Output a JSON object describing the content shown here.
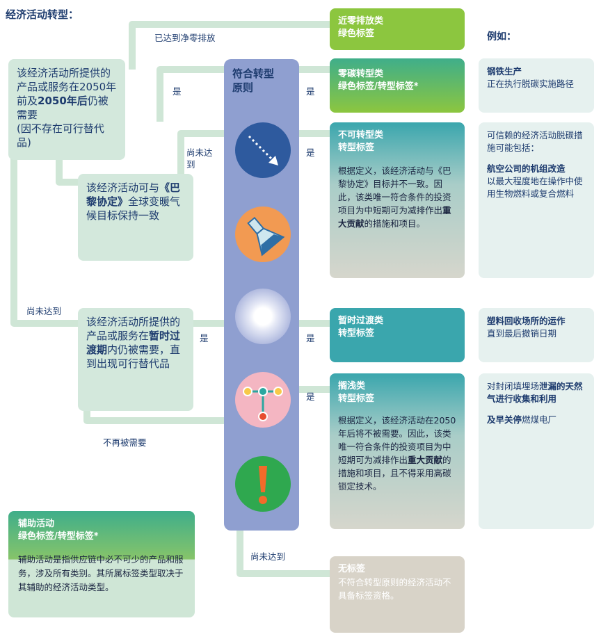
{
  "title": "经济活动转型：",
  "example_header": "例如：",
  "principles_title": [
    "符合转型",
    "原则"
  ],
  "left_boxes": {
    "box1": {
      "p1": "该经济活动所提供的产品或服务在2050年前及",
      "bold": "2050年后",
      "p2": "仍被需要",
      "p3": "(因不存在可行替代品)"
    },
    "box2": {
      "p1": "该经济活动可与",
      "bold": "《巴黎协定》",
      "p2": "全球变暖气候目标保持一致"
    },
    "box3": {
      "p1": "该经济活动所提供的产品或服务在",
      "bold": "暂时过渡期",
      "p2": "内仍被需要，直到出现可行替代品"
    },
    "aux": {
      "title": "辅助活动",
      "subtitle": "绿色标签/转型标签*",
      "text": "辅助活动是指供应链中必不可少的产品和服务，涉及所有类别。其所属标签类型取决于其辅助的经济活动类型。"
    }
  },
  "connector_labels": {
    "achieved_net_zero": "已达到净零排放",
    "yes1": "是",
    "yes2": "是",
    "yes3": "是",
    "yes4": "是",
    "yes5": "是",
    "yes6": "是",
    "not_yet1": "尚未达",
    "not_yet1b": "到",
    "not_yet2": "尚未达到",
    "not_yet3": "尚未达到",
    "no_longer": "不再被需要"
  },
  "categories": {
    "near_zero": {
      "title": "近零排放类",
      "label": "绿色标签"
    },
    "zero_carbon": {
      "title": "零碳转型类",
      "label": "绿色标签/转型标签*"
    },
    "non_transition": {
      "title": "不可转型类",
      "label": "转型标签",
      "p1": "根据定义，该经济活动与《巴黎协定》目标并不一致。因此，该类唯一符合条件的投资项目为中短期可为减排作出",
      "bold": "重大贡献",
      "p2": "的措施和项目。"
    },
    "interim": {
      "title": "暂时过渡类",
      "label": "转型标签"
    },
    "stranded": {
      "title": "搁浅类",
      "label": "转型标签",
      "p1": "根据定义，该经济活动在2050年后将不被需要。因此，该类唯一符合条件的投资项目为中短期可为减排作出",
      "bold": "重大贡献",
      "p2": "的措施和项目，且不得采用高碳锁定技术。"
    },
    "no_label": {
      "title": "无标签",
      "text": "不符合转型原则的经济活动不具备标签资格。"
    }
  },
  "examples": {
    "ex1": {
      "title": "钢铁生产",
      "text": "正在执行脱碳实施路径"
    },
    "ex2": {
      "intro": "可信赖的经济活动脱碳措施可能包括：",
      "title": "航空公司的机组改造",
      "text": "以最大程度地在操作中使用生物燃料或复合燃料"
    },
    "ex3": {
      "title": "塑料回收场所的运作",
      "text": "直到最后撤销日期"
    },
    "ex4": {
      "p1": "对封闭填埋场",
      "bold1": "泄漏的天然气进行收集和利用",
      "bold2": "及早关停",
      "p2": "燃煤电厂"
    }
  },
  "colors": {
    "connector": "#cfe6d6",
    "near_zero": "#8cc63f",
    "zero_carbon": "#4fb89a",
    "teal": "#3aa6ad",
    "principles_bar": "#8f9fd0",
    "navy_text": "#1d3b6e"
  },
  "icons": [
    "arrow-icon",
    "flask-icon",
    "glow-icon",
    "network-icon",
    "exclamation-icon"
  ]
}
